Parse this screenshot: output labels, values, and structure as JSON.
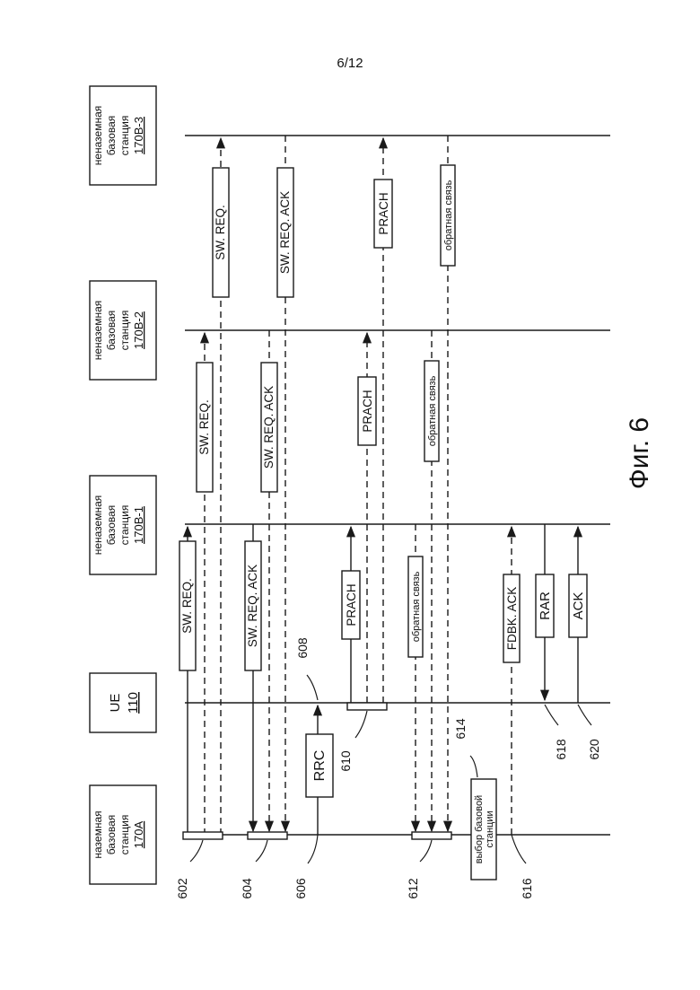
{
  "page_number": "6/12",
  "figure_caption": "Фиг. 6",
  "entities": {
    "e170A": {
      "line1": "наземная",
      "line2": "базовая",
      "line3": "станция",
      "ref": "170A"
    },
    "eUE": {
      "line1": "UE",
      "ref": "110"
    },
    "e170B1": {
      "line1": "неназемная",
      "line2": "базовая",
      "line3": "станция",
      "ref": "170B-1"
    },
    "e170B2": {
      "line1": "неназемная",
      "line2": "базовая",
      "line3": "станция",
      "ref": "170B-2"
    },
    "e170B3": {
      "line1": "неназемная",
      "line2": "базовая",
      "line3": "станция",
      "ref": "170B-3"
    }
  },
  "messages": {
    "sw_req_1": "SW. REQ.",
    "sw_req_2": "SW. REQ.",
    "sw_req_3": "SW. REQ.",
    "sw_ack_1": "SW. REQ. ACK",
    "sw_ack_2": "SW. REQ. ACK",
    "sw_ack_3": "SW. REQ. ACK",
    "rrc": "RRC",
    "prach_1": "PRACH",
    "prach_2": "PRACH",
    "prach_3": "PRACH",
    "fb_1": "обратная связь",
    "fb_2": "обратная связь",
    "fb_3": "обратная связь",
    "fdbk_ack": "FDBK. ACK",
    "rar": "RAR",
    "ack": "ACK"
  },
  "bs_selection": {
    "line1": "выбор базовой",
    "line2": "станции"
  },
  "refs": {
    "r602": "602",
    "r604": "604",
    "r606": "606",
    "r608": "608",
    "r610": "610",
    "r612": "612",
    "r614": "614",
    "r616": "616",
    "r618": "618",
    "r620": "620"
  }
}
